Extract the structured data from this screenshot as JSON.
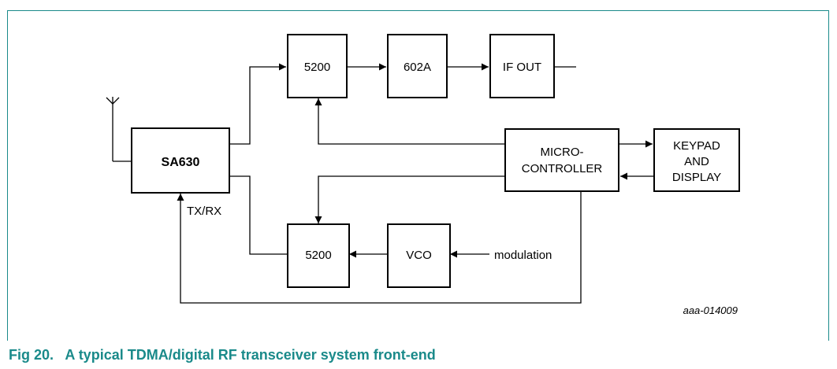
{
  "diagram": {
    "blocks": {
      "sa630": "SA630",
      "upper_5200": "5200",
      "mixer_602a": "602A",
      "if_out": "IF OUT",
      "microcontroller_line1": "MICRO-",
      "microcontroller_line2": "CONTROLLER",
      "keypad_line1": "KEYPAD",
      "keypad_line2": "AND",
      "keypad_line3": "DISPLAY",
      "lower_5200": "5200",
      "vco": "VCO"
    },
    "labels": {
      "txrx": "TX/RX",
      "modulation": "modulation"
    },
    "figure_code": "aaa-014009"
  },
  "caption": {
    "number": "Fig 20.",
    "title": "A typical TDMA/digital RF transceiver system front-end"
  },
  "colors": {
    "accent": "#1a8a8a",
    "line": "#000000"
  }
}
